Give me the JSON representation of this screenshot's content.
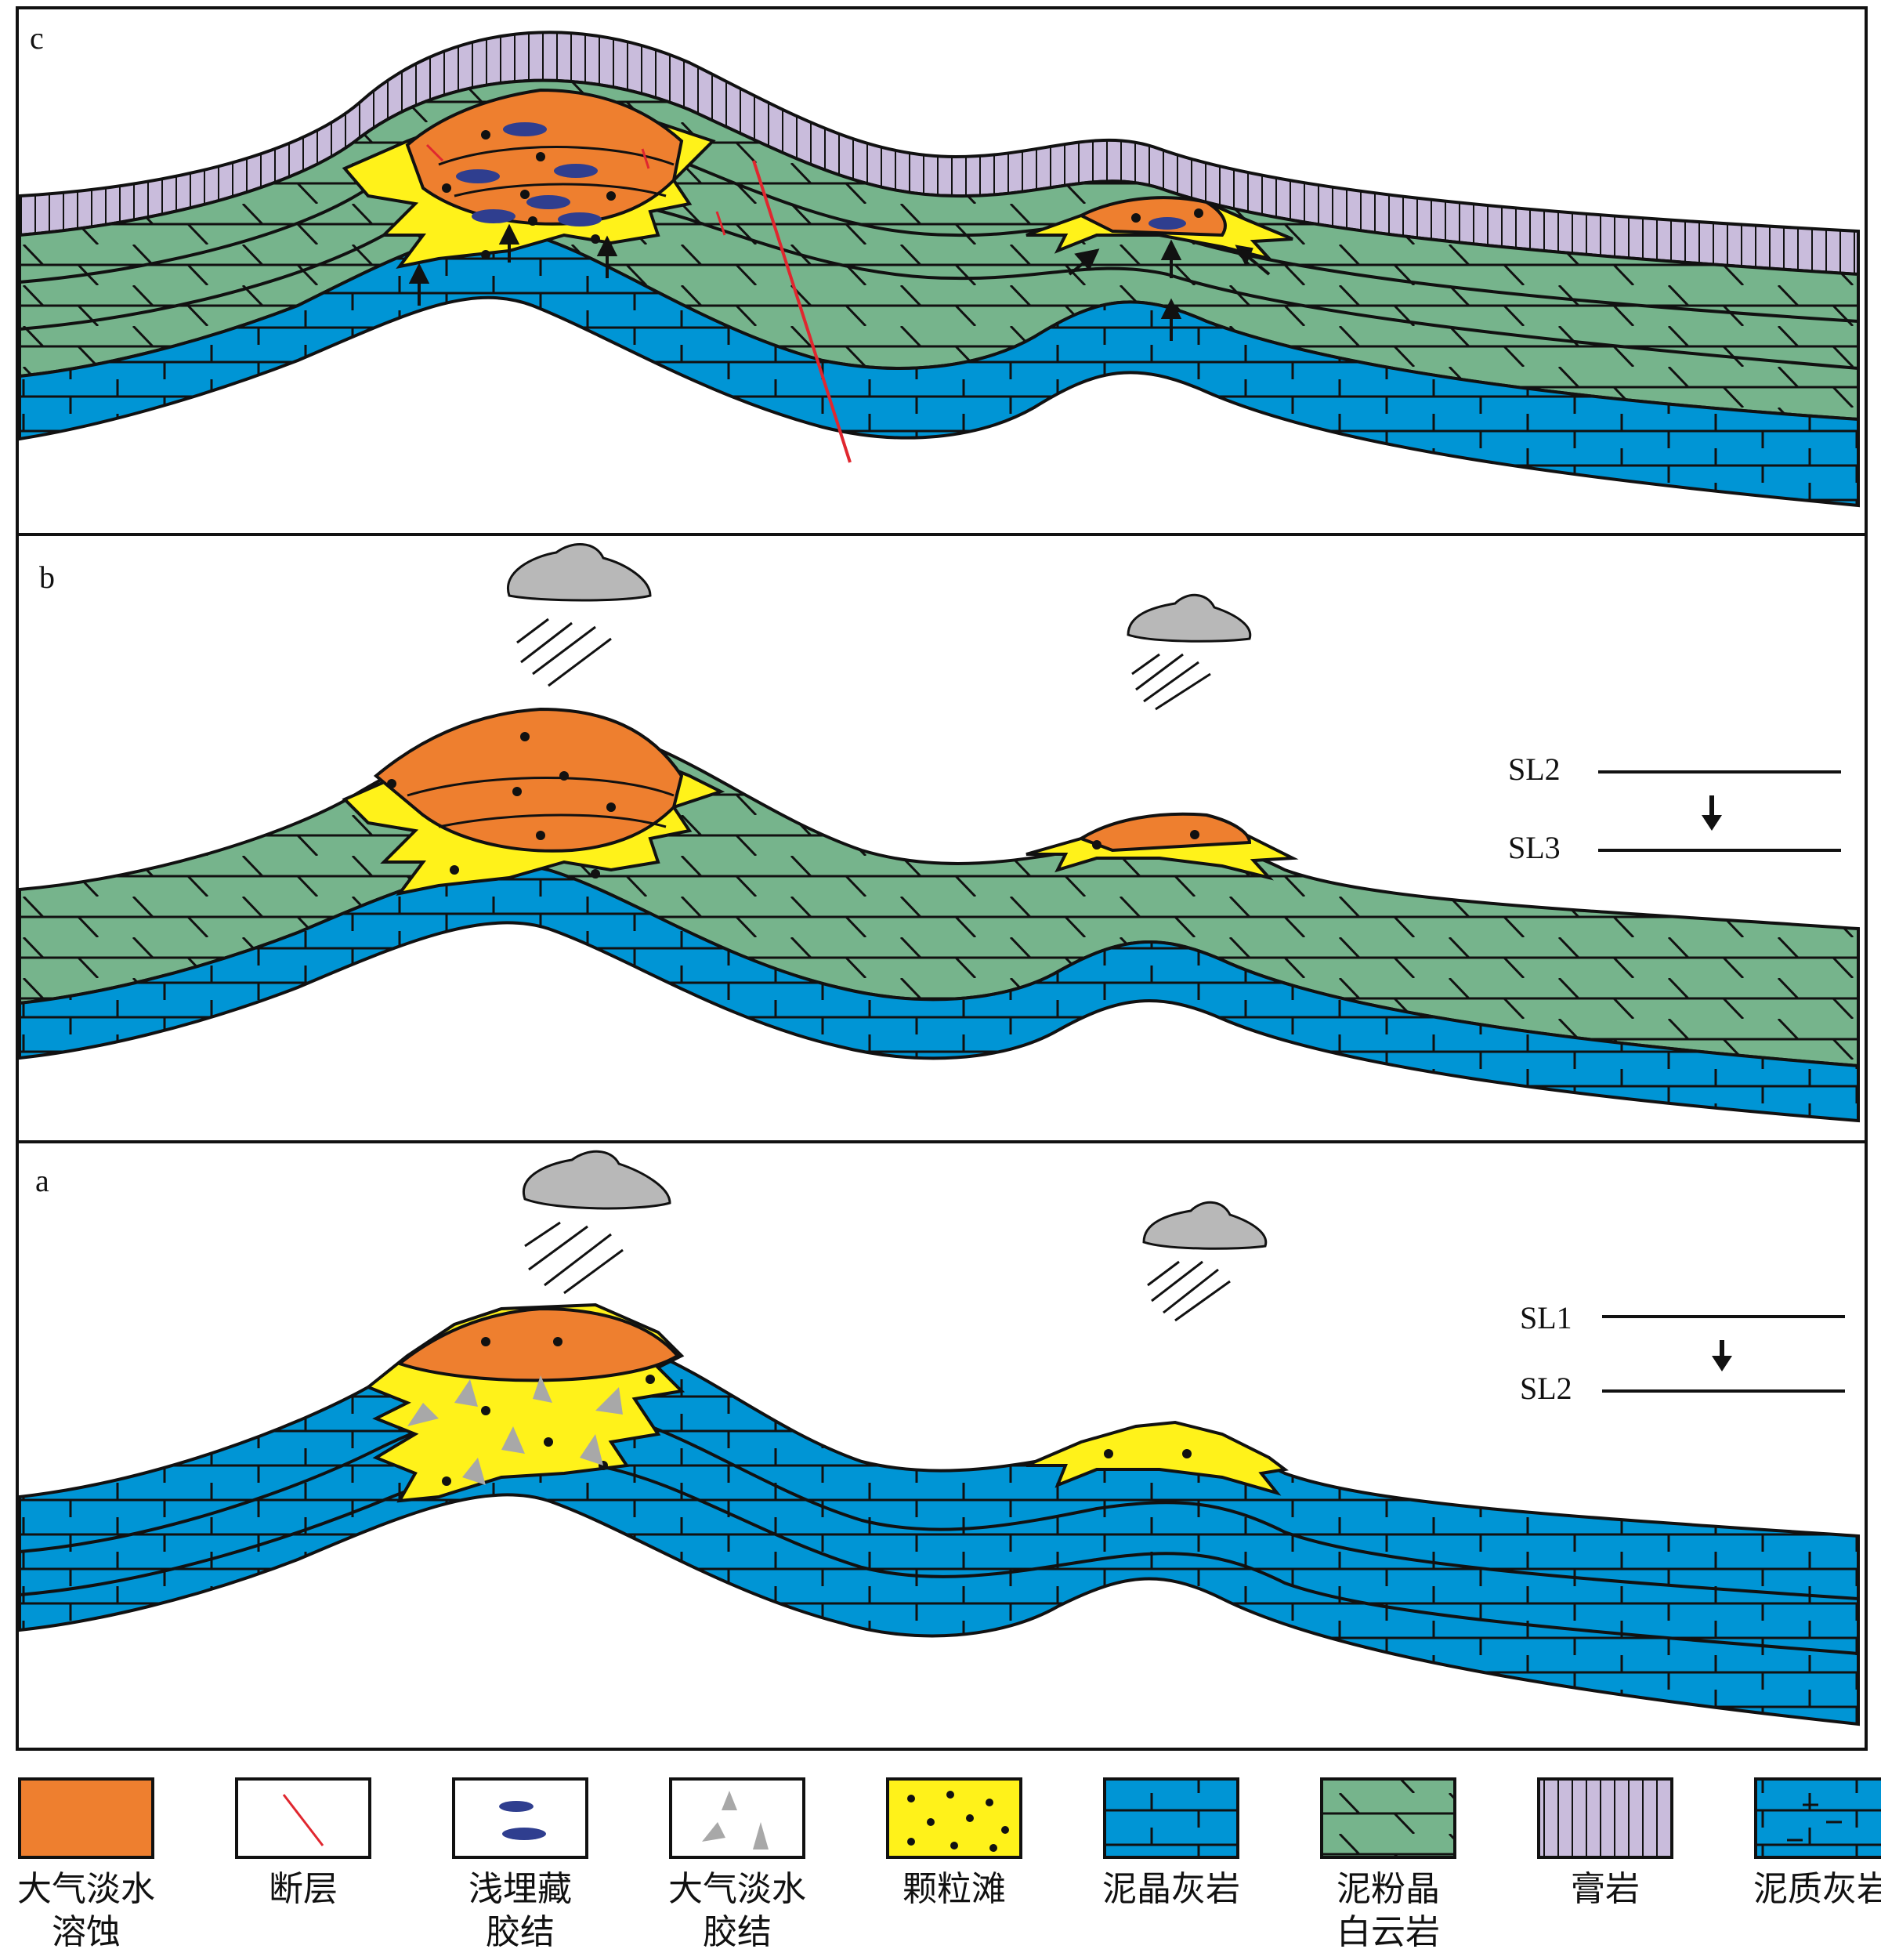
{
  "panels": {
    "c": {
      "letter": "c"
    },
    "b": {
      "letter": "b",
      "sea_level_upper": "SL2",
      "sea_level_lower": "SL3"
    },
    "a": {
      "letter": "a",
      "sea_level_upper": "SL1",
      "sea_level_lower": "SL2"
    }
  },
  "legend": [
    {
      "key": "dissolution",
      "line1": "大气淡水",
      "line2": "溶蚀",
      "color": "#ee7f2f"
    },
    {
      "key": "fault",
      "line1": "断层",
      "line2": "",
      "color": "#e0272f"
    },
    {
      "key": "shallow-burial-cement",
      "line1": "浅埋藏",
      "line2": "胶结",
      "color": "#2f3e8f"
    },
    {
      "key": "meteoric-cement",
      "line1": "大气淡水",
      "line2": "胶结",
      "color": "#a8a8a8"
    },
    {
      "key": "grain-shoal",
      "line1": "颗粒滩",
      "line2": "",
      "color": "#fff21a"
    },
    {
      "key": "micrite-limestone",
      "line1": "泥晶灰岩",
      "line2": "",
      "color": "#0095d5"
    },
    {
      "key": "micro-dolomite",
      "line1": "泥粉晶",
      "line2": "白云岩",
      "color": "#76b48c"
    },
    {
      "key": "gypsum",
      "line1": "膏岩",
      "line2": "",
      "color": "#c9bcdc"
    },
    {
      "key": "argillaceous-limestone",
      "line1": "泥质灰岩",
      "line2": "",
      "color": "#0095d5"
    }
  ]
}
